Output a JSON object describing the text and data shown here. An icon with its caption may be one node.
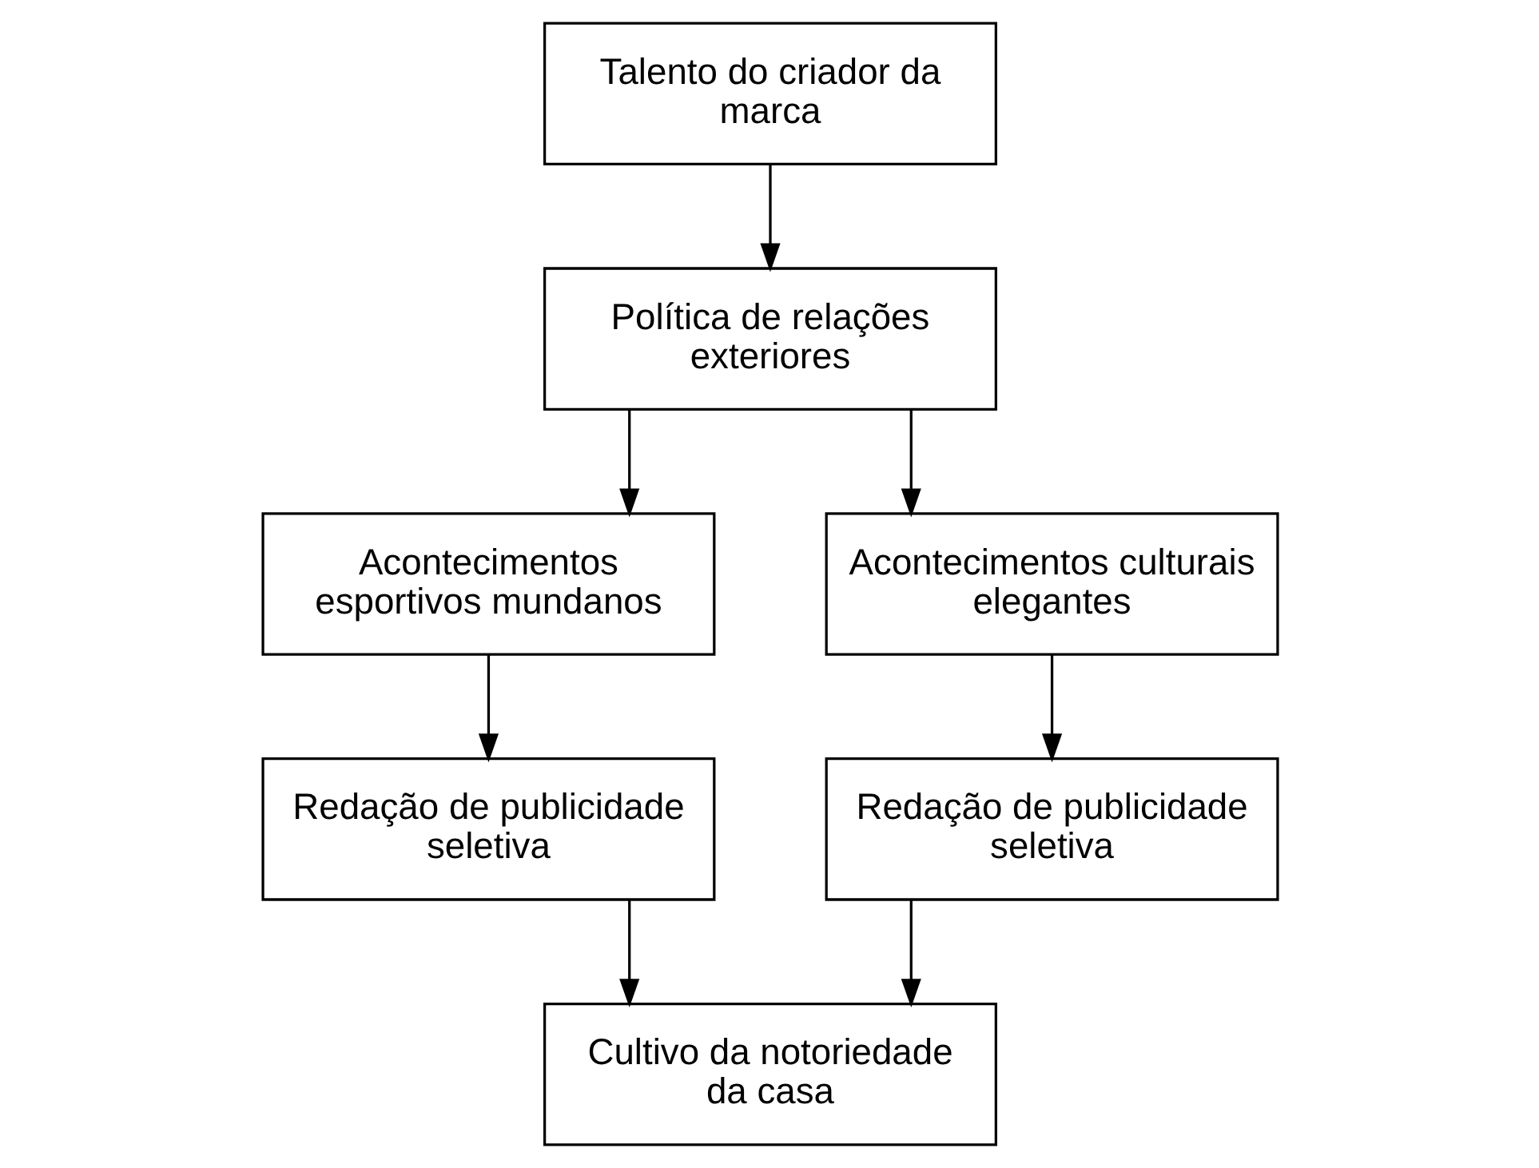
{
  "diagram": {
    "nodes": [
      {
        "text": [
          "Talento do criador da marca"
        ]
      },
      {
        "text": [
          "Política de relações exteriores"
        ]
      },
      {
        "text": [
          "Acontecimentos esportivos mundanos"
        ]
      },
      {
        "text": [
          "Acontecimentos culturais elegantes"
        ]
      },
      {
        "text": [
          "Redação de publicidade seletiva"
        ]
      },
      {
        "text": [
          "Redação de publicidade seletiva"
        ]
      },
      {
        "text": [
          "Cultivo da notoriedade da casa"
        ]
      }
    ],
    "edges": [
      {
        "from": 0,
        "to": 1,
        "arrow": "to"
      },
      {
        "from": 1,
        "to": 2,
        "arrow": "to"
      },
      {
        "from": 1,
        "to": 3,
        "arrow": "to"
      },
      {
        "from": 2,
        "to": 4,
        "arrow": "to"
      },
      {
        "from": 3,
        "to": 5,
        "arrow": "to"
      },
      {
        "from": 4,
        "to": 6,
        "arrow": "to"
      },
      {
        "from": 5,
        "to": 6,
        "arrow": "to"
      }
    ]
  }
}
